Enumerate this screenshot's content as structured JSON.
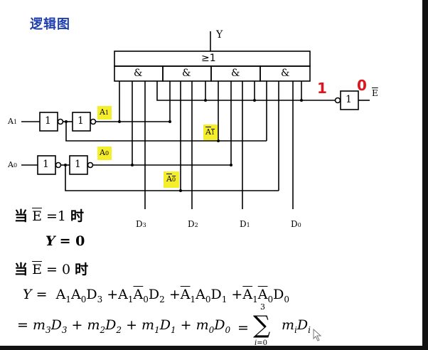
{
  "slide": {
    "title": "逻辑图"
  },
  "diagram": {
    "or_label": "≥1",
    "and_label": "&",
    "inverter_label": "1",
    "output_label": "Y",
    "enable_label": "E",
    "annotation_one": "1",
    "annotation_zero": "0",
    "input_a1": {
      "letter": "A",
      "sub": "1"
    },
    "input_a0": {
      "letter": "A",
      "sub": "0"
    },
    "signals": {
      "a1": {
        "letter": "A",
        "sub": "1"
      },
      "a1_bar": {
        "letter": "A",
        "sub": "1"
      },
      "a0": {
        "letter": "A",
        "sub": "0"
      },
      "a0_bar": {
        "letter": "A",
        "sub": "0"
      }
    },
    "data_inputs": [
      {
        "letter": "D",
        "sub": "3"
      },
      {
        "letter": "D",
        "sub": "2"
      },
      {
        "letter": "D",
        "sub": "1"
      },
      {
        "letter": "D",
        "sub": "0"
      }
    ]
  },
  "equations": {
    "when": "当",
    "time": "时",
    "enable_letter": "E",
    "eq_one": "=1",
    "eq_zero": "= 0",
    "y_zero_lhs": "Y",
    "y_zero_rhs": "= 0",
    "y": "Y",
    "expanded": "A1A0D3 +A1Ā0D2 +Ā1A0D1 +Ā1Ā0D0",
    "minterm_sum": "= m3D3 + m2D2 + m1D1 + m0D0",
    "sum_upper": "3",
    "sum_index": "i",
    "sum_lower": "0",
    "sum_term": "miDi"
  }
}
